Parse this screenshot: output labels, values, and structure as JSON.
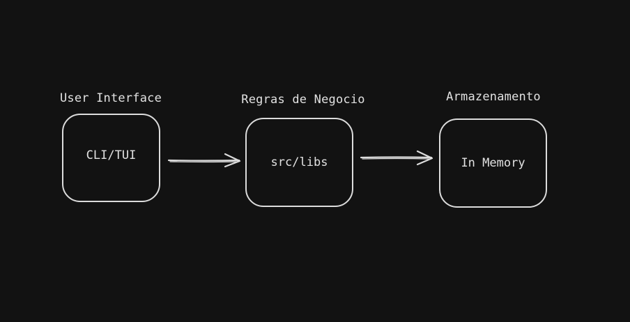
{
  "colors": {
    "background": "#121212",
    "stroke": "#dcdcdc",
    "text": "#e2e2e2"
  },
  "layers": [
    {
      "heading": "User Interface",
      "box_label": "CLI/TUI"
    },
    {
      "heading": "Regras de Negocio",
      "box_label": "src/libs"
    },
    {
      "heading": "Armazenamento",
      "box_label": "In Memory"
    }
  ]
}
